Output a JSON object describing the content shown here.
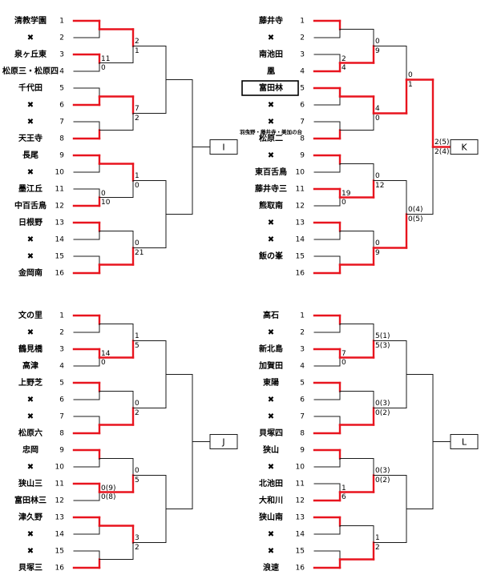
{
  "colors": {
    "win": "#e8141e",
    "line": "#1a1a1a"
  },
  "brackets": [
    {
      "label": "I",
      "teams": [
        "清教学園",
        "✖",
        "泉ヶ丘東",
        "松原三・松原四",
        "千代田",
        "✖",
        "✖",
        "天王寺",
        "長尾",
        "✖",
        "墨江丘",
        "中百舌鳥",
        "日根野",
        "✖",
        "✖",
        "金岡南"
      ],
      "r1": [
        [
          "",
          ""
        ],
        [
          "11",
          "0"
        ],
        [
          "",
          ""
        ],
        [
          "",
          ""
        ],
        [
          "",
          ""
        ],
        [
          "0",
          "10"
        ],
        [
          "",
          ""
        ],
        [
          "",
          ""
        ]
      ],
      "r2": [
        [
          "2",
          "1"
        ],
        [
          "7",
          "2"
        ],
        [
          "1",
          "0"
        ],
        [
          "0",
          "21"
        ]
      ],
      "r3": [
        [
          "",
          ""
        ],
        [
          "",
          ""
        ]
      ],
      "r1w": [
        0,
        0,
        1,
        1,
        0,
        1,
        0,
        1
      ],
      "r2w": [
        0,
        0,
        0,
        1
      ],
      "r3w": [
        null,
        null
      ],
      "fw": null
    },
    {
      "label": "K",
      "teams": [
        "藤井寺",
        "✖",
        "南池田",
        "凰",
        "富田林",
        "✖",
        "羽曳野・藤井寺・美加の台",
        "松原二",
        "✖",
        "東百舌鳥",
        "藤井寺三",
        "熊取南",
        "✖",
        "✖",
        "飯の峯"
      ],
      "r1": [
        [
          "",
          ""
        ],
        [
          "2",
          "4"
        ],
        [
          "",
          ""
        ],
        [
          "",
          ""
        ],
        [
          "",
          ""
        ],
        [
          "19",
          "0"
        ],
        [
          "",
          ""
        ],
        [
          "",
          ""
        ]
      ],
      "r2": [
        [
          "0",
          "9"
        ],
        [
          "4",
          "0"
        ],
        [
          "0",
          "12"
        ],
        [
          "0",
          "9"
        ]
      ],
      "r3": [
        [
          "0",
          "1"
        ],
        [
          "0(4)",
          "0(5)"
        ]
      ],
      "final": [
        "2(5)",
        "2(4)"
      ],
      "r1w": [
        0,
        1,
        0,
        1,
        0,
        0,
        0,
        1
      ],
      "r2w": [
        1,
        0,
        1,
        1
      ],
      "r3w": [
        1,
        1
      ],
      "fw": 0
    },
    {
      "label": "J",
      "teams": [
        "文の里",
        "✖",
        "鶴見橋",
        "高津",
        "上野芝",
        "✖",
        "✖",
        "松原六",
        "忠岡",
        "✖",
        "狭山三",
        "富田林三",
        "津久野",
        "✖",
        "✖",
        "貝塚三"
      ],
      "r1": [
        [
          "",
          ""
        ],
        [
          "14",
          "0"
        ],
        [
          "",
          ""
        ],
        [
          "",
          ""
        ],
        [
          "",
          ""
        ],
        [
          "0(9)",
          "0(8)"
        ],
        [
          "",
          ""
        ],
        [
          "",
          ""
        ]
      ],
      "r2": [
        [
          "1",
          "5"
        ],
        [
          "0",
          "2"
        ],
        [
          "0",
          "5"
        ],
        [
          "3",
          "2"
        ]
      ],
      "r3": [
        [
          "",
          ""
        ],
        [
          "",
          ""
        ]
      ],
      "r1w": [
        0,
        0,
        0,
        1,
        0,
        0,
        0,
        1
      ],
      "r2w": [
        1,
        1,
        1,
        0
      ],
      "r3w": [
        null,
        null
      ],
      "fw": null
    },
    {
      "label": "L",
      "teams": [
        "高石",
        "✖",
        "新北島",
        "加賀田",
        "東陽",
        "✖",
        "✖",
        "貝塚四",
        "狭山",
        "✖",
        "北池田",
        "大和川",
        "狭山南",
        "✖",
        "✖",
        "浪速"
      ],
      "r1": [
        [
          "",
          ""
        ],
        [
          "7",
          "0"
        ],
        [
          "",
          ""
        ],
        [
          "",
          ""
        ],
        [
          "",
          ""
        ],
        [
          "1",
          "6"
        ],
        [
          "",
          ""
        ],
        [
          "",
          ""
        ]
      ],
      "r2": [
        [
          "5(1)",
          "5(3)"
        ],
        [
          "0(3)",
          "0(2)"
        ],
        [
          "0(3)",
          "0(2)"
        ],
        [
          "1",
          "2"
        ]
      ],
      "r3": [
        [
          "",
          ""
        ],
        [
          "",
          ""
        ]
      ],
      "r1w": [
        0,
        0,
        0,
        1,
        0,
        1,
        0,
        1
      ],
      "r2w": [
        1,
        1,
        1,
        1
      ],
      "r3w": [
        null,
        null
      ],
      "fw": null
    }
  ]
}
